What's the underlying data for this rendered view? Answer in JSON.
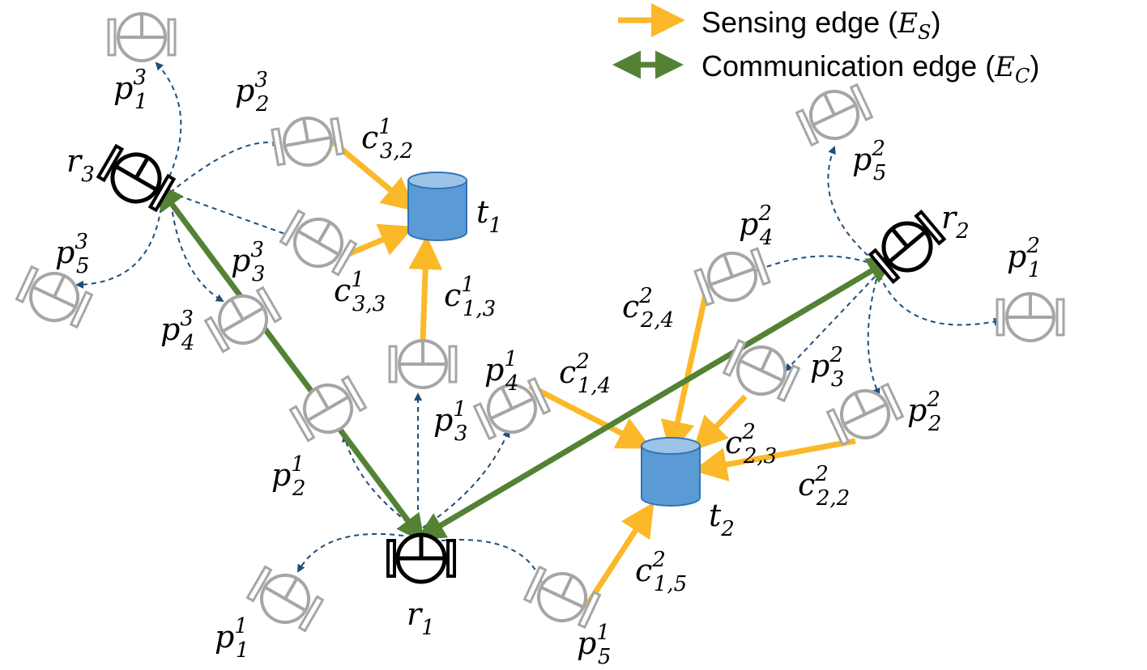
{
  "legend": {
    "sensing": {
      "text": "Sensing edge (",
      "sym": "E",
      "sub": "S",
      "close": ")"
    },
    "communication": {
      "text": "Communication edge (",
      "sym": "E",
      "sub": "C",
      "close": ")"
    }
  },
  "colors": {
    "sensing": "#fbb829",
    "communication": "#548235",
    "dashed": "#1f4e79",
    "target_fill": "#5b9bd5",
    "target_top": "#9dc3e6",
    "target_stroke": "#2e75b6",
    "robot": "#000000",
    "pose": "#a6a6a6"
  },
  "robots": [
    {
      "id": "r1",
      "sym": "r",
      "sub": "1"
    },
    {
      "id": "r2",
      "sym": "r",
      "sub": "2"
    },
    {
      "id": "r3",
      "sym": "r",
      "sub": "3"
    }
  ],
  "targets": [
    {
      "id": "t1",
      "sym": "t",
      "sub": "1"
    },
    {
      "id": "t2",
      "sym": "t",
      "sub": "2"
    }
  ],
  "poses": [
    {
      "id": "p11",
      "sym": "p",
      "sup": "1",
      "sub": "1"
    },
    {
      "id": "p12",
      "sym": "p",
      "sup": "1",
      "sub": "2"
    },
    {
      "id": "p13",
      "sym": "p",
      "sup": "1",
      "sub": "3"
    },
    {
      "id": "p14",
      "sym": "p",
      "sup": "1",
      "sub": "4"
    },
    {
      "id": "p15",
      "sym": "p",
      "sup": "1",
      "sub": "5"
    },
    {
      "id": "p21",
      "sym": "p",
      "sup": "2",
      "sub": "1"
    },
    {
      "id": "p22",
      "sym": "p",
      "sup": "2",
      "sub": "2"
    },
    {
      "id": "p23",
      "sym": "p",
      "sup": "2",
      "sub": "3"
    },
    {
      "id": "p24",
      "sym": "p",
      "sup": "2",
      "sub": "4"
    },
    {
      "id": "p25",
      "sym": "p",
      "sup": "2",
      "sub": "5"
    },
    {
      "id": "p31",
      "sym": "p",
      "sup": "3",
      "sub": "1"
    },
    {
      "id": "p32",
      "sym": "p",
      "sup": "3",
      "sub": "2"
    },
    {
      "id": "p33",
      "sym": "p",
      "sup": "3",
      "sub": "3"
    },
    {
      "id": "p34",
      "sym": "p",
      "sup": "3",
      "sub": "4"
    },
    {
      "id": "p35",
      "sym": "p",
      "sup": "3",
      "sub": "5"
    }
  ],
  "sensing_edges": [
    {
      "id": "c32",
      "from": "p32",
      "to": "t1",
      "sym": "c",
      "sup": "1",
      "sub": "3,2"
    },
    {
      "id": "c33",
      "from": "p33",
      "to": "t1",
      "sym": "c",
      "sup": "1",
      "sub": "3,3"
    },
    {
      "id": "c13",
      "from": "p13",
      "to": "t1",
      "sym": "c",
      "sup": "1",
      "sub": "1,3"
    },
    {
      "id": "c14",
      "from": "p14",
      "to": "t2",
      "sym": "c",
      "sup": "2",
      "sub": "1,4"
    },
    {
      "id": "c15",
      "from": "p15",
      "to": "t2",
      "sym": "c",
      "sup": "2",
      "sub": "1,5"
    },
    {
      "id": "c24",
      "from": "p24",
      "to": "t2",
      "sym": "c",
      "sup": "2",
      "sub": "2,4"
    },
    {
      "id": "c23",
      "from": "p23",
      "to": "t2",
      "sym": "c",
      "sup": "2",
      "sub": "2,3"
    },
    {
      "id": "c22",
      "from": "p22",
      "to": "t2",
      "sym": "c",
      "sup": "2",
      "sub": "2,2"
    }
  ],
  "communication_edges": [
    {
      "id": "e13",
      "from": "r1",
      "to": "r3"
    },
    {
      "id": "e12",
      "from": "r1",
      "to": "r2"
    }
  ]
}
